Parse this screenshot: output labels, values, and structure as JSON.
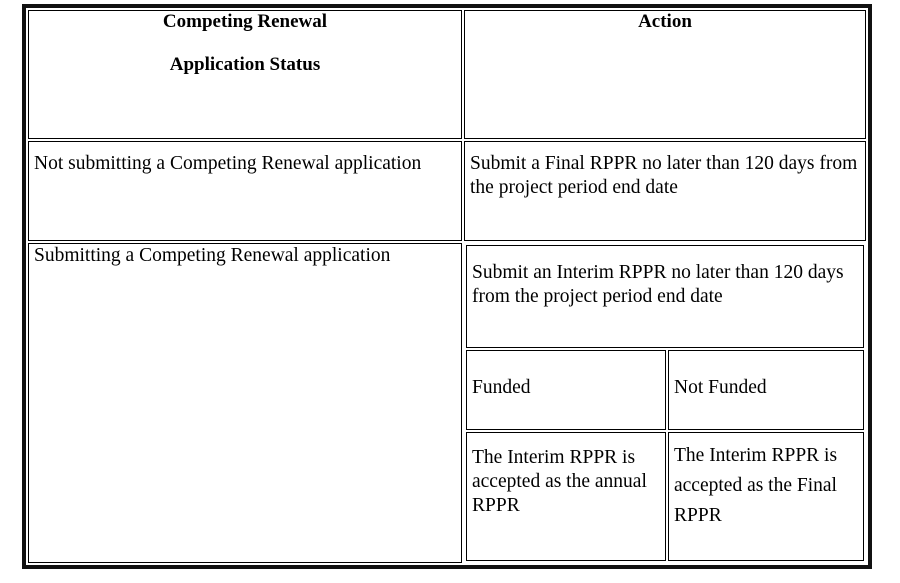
{
  "table": {
    "columns": [
      {
        "id": "status",
        "header_lines": [
          "Competing Renewal",
          "Application Status"
        ]
      },
      {
        "id": "action",
        "header_lines": [
          "Action"
        ]
      }
    ],
    "header_background": "#d6e4e8",
    "border_color": "#000000",
    "rows": [
      {
        "id": "not-submitting",
        "status": "Not submitting a Competing Renewal application",
        "action": "Submit a Final RPPR no later than 120 days from the project period end date"
      },
      {
        "id": "submitting",
        "status": "Submitting a Competing Renewal application",
        "action_primary": "Submit an Interim RPPR no later than 120 days from the project period end date",
        "outcome_headers": [
          "Funded",
          "Not Funded"
        ],
        "outcome_results": [
          "The Interim RPPR is accepted as the annual RPPR",
          "The Interim RPPR is accepted as the Final RPPR"
        ]
      }
    ]
  }
}
